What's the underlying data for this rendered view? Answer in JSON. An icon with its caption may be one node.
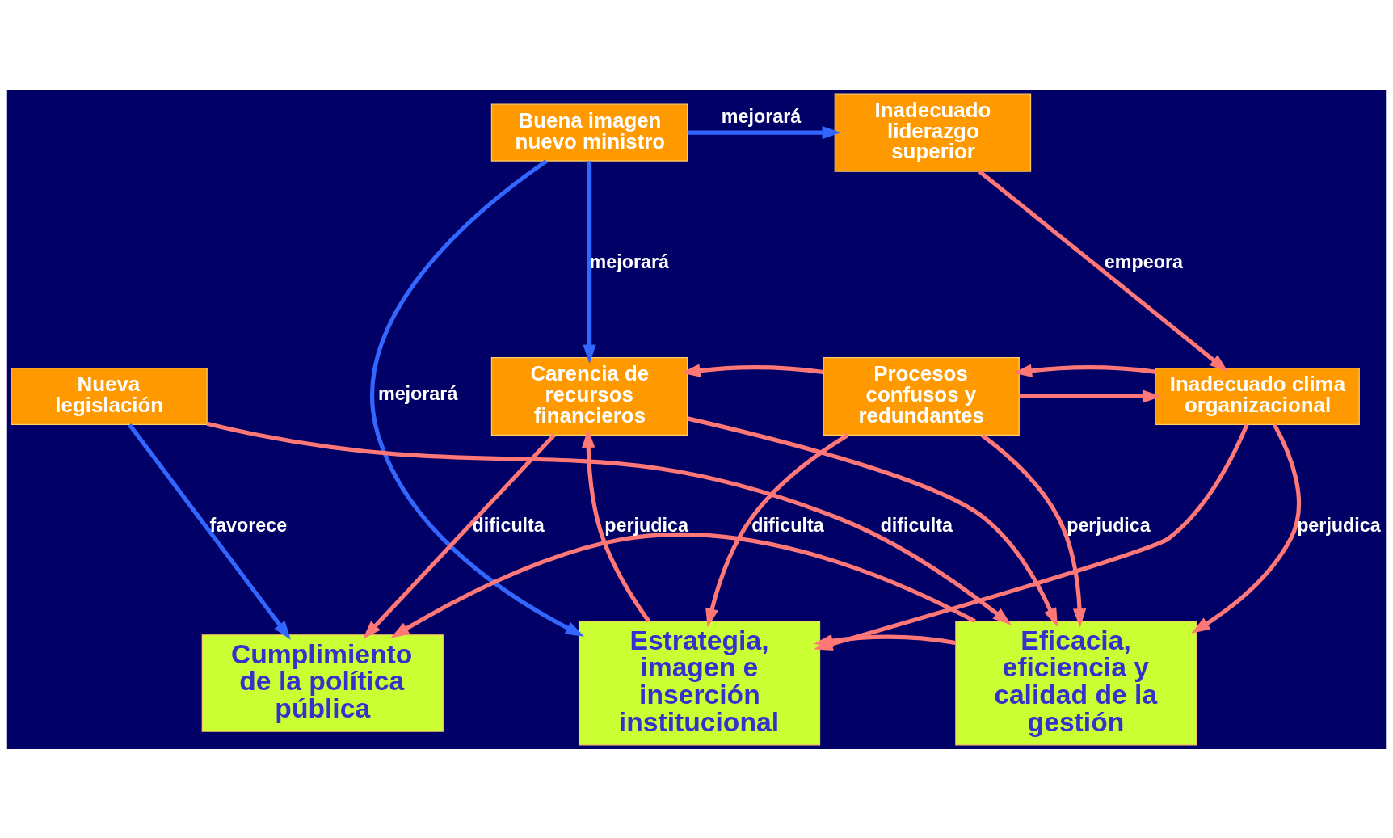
{
  "diagram": {
    "nodes": [
      {
        "text": [
          "Buena imagen nuevo ministro"
        ]
      },
      {
        "text": [
          "Inadecuado liderazgo superior"
        ]
      },
      {
        "text": [
          "Nueva legislación"
        ]
      },
      {
        "text": [
          "Carencia de recursos financieros"
        ]
      },
      {
        "text": [
          "Procesos confusos y redundantes"
        ]
      },
      {
        "text": [
          "Inadecuado clima organizacional"
        ]
      },
      {
        "text": [
          "Cumplimiento de la política pública"
        ]
      },
      {
        "text": [
          "Estrategia, imagen e inserción institucional"
        ]
      },
      {
        "text": [
          "Eficacia, eficiencia y calidad de la gestión"
        ]
      }
    ],
    "edges": [
      {
        "from": 0,
        "to": 1,
        "arrow": "to",
        "label": "mejorará",
        "color": "#3366ff"
      },
      {
        "from": 0,
        "to": 7,
        "arrow": "to",
        "label": "mejorará",
        "color": "#3366ff"
      },
      {
        "from": 0,
        "to": 3,
        "arrow": "to",
        "label": "mejorará",
        "color": "#3366ff"
      },
      {
        "from": 1,
        "to": 5,
        "arrow": "to",
        "label": "empeora"
      },
      {
        "from": 2,
        "to": 6,
        "arrow": "to",
        "label": "favorece",
        "color": "#3366ff"
      },
      {
        "from": 2,
        "to": 8,
        "arrow": "to",
        "label": "dificulta"
      },
      {
        "from": 4,
        "to": 3,
        "arrow": "to"
      },
      {
        "from": 4,
        "to": 5,
        "arrow": "to"
      },
      {
        "from": 5,
        "to": 4,
        "arrow": "to"
      },
      {
        "from": 3,
        "to": 6,
        "arrow": "to",
        "label": "dificulta"
      },
      {
        "from": 7,
        "to": 3,
        "arrow": "to"
      },
      {
        "from": 3,
        "to": 8,
        "arrow": "to"
      },
      {
        "from": 4,
        "to": 7,
        "arrow": "to",
        "label": "dificulta"
      },
      {
        "from": 4,
        "to": 8,
        "arrow": "to",
        "label": "perjudica"
      },
      {
        "from": 5,
        "to": 7,
        "arrow": "to"
      },
      {
        "from": 5,
        "to": 8,
        "arrow": "to",
        "label": "perjudica"
      },
      {
        "from": 8,
        "to": 7,
        "arrow": "to"
      },
      {
        "from": 8,
        "to": 6,
        "arrow": "to",
        "label": "perjudica"
      }
    ]
  }
}
